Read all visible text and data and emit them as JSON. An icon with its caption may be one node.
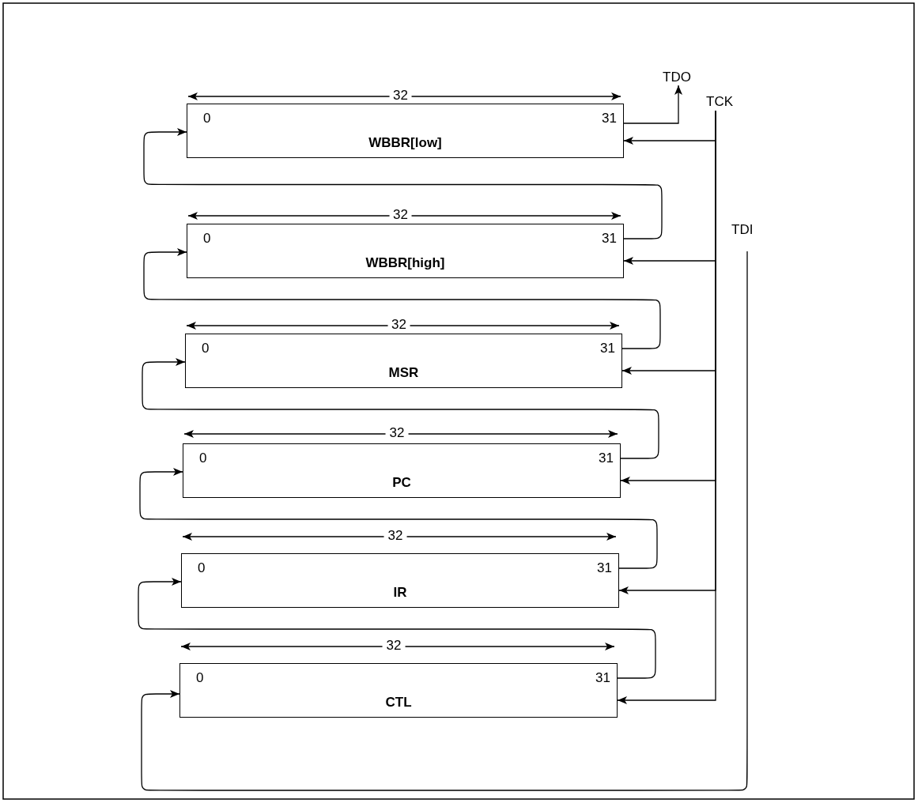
{
  "diagram": {
    "nodes": [
      {
        "text": [
          "0",
          "31",
          "WBBR[low]"
        ]
      },
      {
        "text": [
          "0",
          "31",
          "WBBR[high]"
        ]
      },
      {
        "text": [
          "0",
          "31",
          "MSR"
        ]
      },
      {
        "text": [
          "0",
          "31",
          "PC"
        ]
      },
      {
        "text": [
          "0",
          "31",
          "IR"
        ]
      },
      {
        "text": [
          "0",
          "31",
          "CTL"
        ]
      },
      {
        "text": [
          "TDO"
        ]
      },
      {
        "text": [
          "TCK"
        ]
      },
      {
        "text": [
          "TDI"
        ]
      }
    ],
    "edges": [
      {
        "from": 0,
        "to": 6,
        "arrow": "to"
      },
      {
        "from": 1,
        "to": 0,
        "arrow": "to"
      },
      {
        "from": 2,
        "to": 1,
        "arrow": "to"
      },
      {
        "from": 3,
        "to": 2,
        "arrow": "to"
      },
      {
        "from": 4,
        "to": 3,
        "arrow": "to"
      },
      {
        "from": 5,
        "to": 4,
        "arrow": "to"
      },
      {
        "from": 8,
        "to": 5,
        "arrow": "to"
      },
      {
        "from": 7,
        "to": 0,
        "arrow": "to"
      },
      {
        "from": 7,
        "to": 1,
        "arrow": "to"
      },
      {
        "from": 7,
        "to": 2,
        "arrow": "to"
      },
      {
        "from": 7,
        "to": 3,
        "arrow": "to"
      },
      {
        "from": 7,
        "to": 4,
        "arrow": "to"
      },
      {
        "from": 7,
        "to": 5,
        "arrow": "to"
      }
    ],
    "labels": [
      "32",
      "32",
      "32",
      "32",
      "32",
      "32"
    ]
  }
}
